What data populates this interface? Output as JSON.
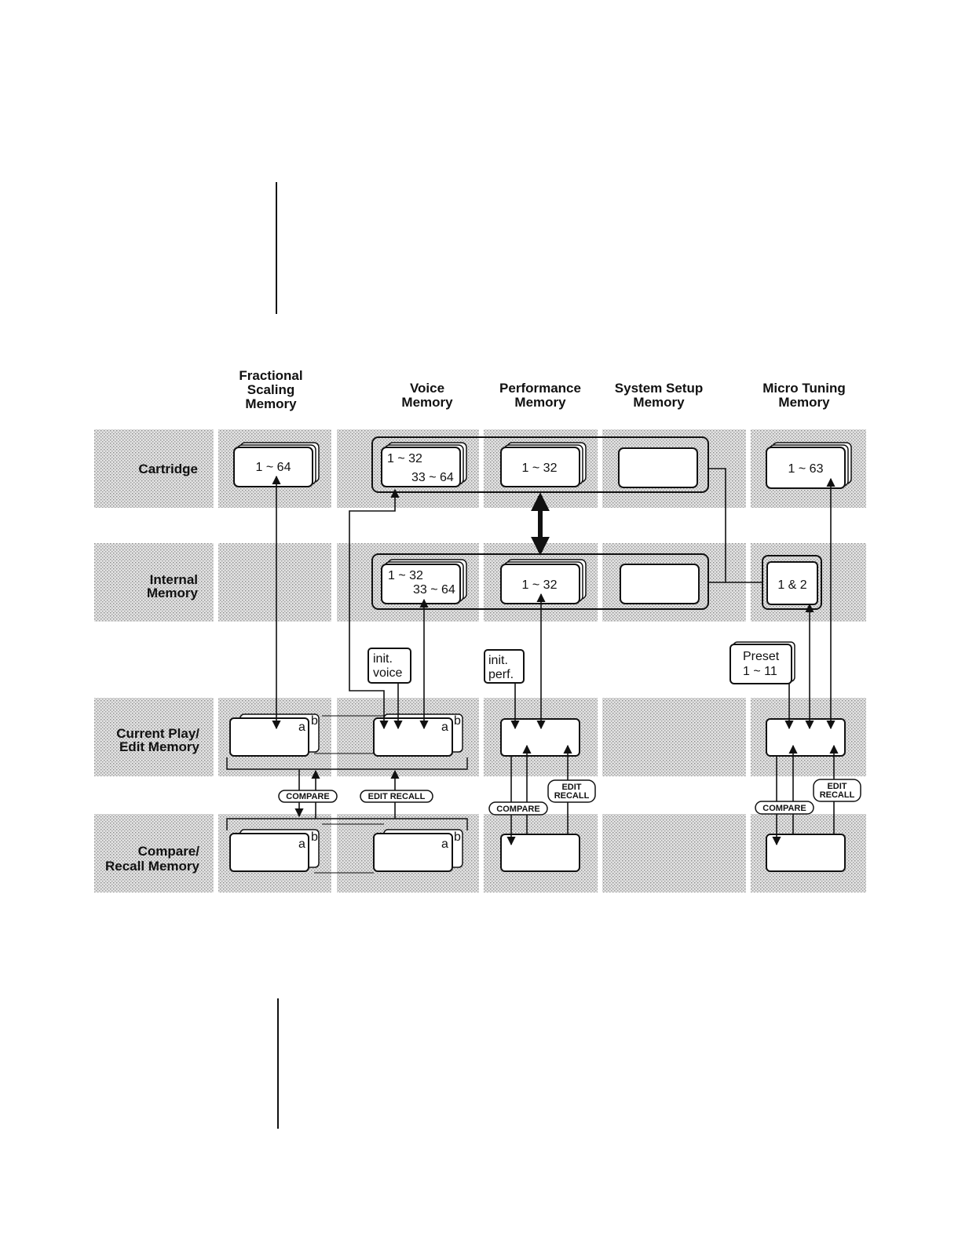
{
  "columns": {
    "fractional": "Fractional Scaling Memory",
    "voice": "Voice Memory",
    "performance": "Performance Memory",
    "system": "System Setup Memory",
    "micro": "Micro Tuning Memory"
  },
  "rows": {
    "cartridge": "Cartridge",
    "internal": "Internal Memory",
    "current": "Current Play/ Edit Memory",
    "compare": "Compare/ Recall Memory"
  },
  "boxes": {
    "frac_cart": "1 ~ 64",
    "voice_cart_a": "1 ~ 32",
    "voice_cart_b": "33 ~ 64",
    "perf_cart": "1 ~ 32",
    "micro_cart": "1 ~ 63",
    "voice_int_a": "1 ~ 32",
    "voice_int_b": "33 ~ 64",
    "perf_int": "1 ~ 32",
    "micro_int": "1 & 2",
    "init_voice": "init. voice",
    "init_perf": "init. perf.",
    "preset": "Preset 1 ~ 11",
    "layer_a": "a",
    "layer_b": "b"
  },
  "pills": {
    "compare": "COMPARE",
    "edit_recall": "EDIT RECALL"
  },
  "colors": {
    "stipple": "#c9c9c9",
    "line": "#111111",
    "paper": "#ffffff"
  }
}
